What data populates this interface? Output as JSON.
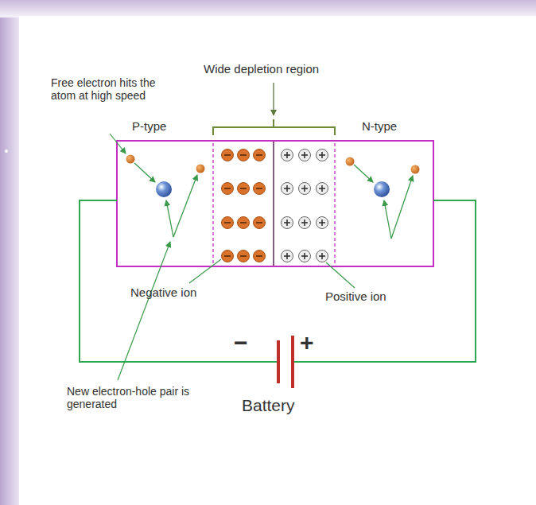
{
  "diagram": {
    "labels": [
      "Free electron hits the atom at high speed",
      "P-type",
      "Wide depletion region",
      "N-type",
      "Negative ion",
      "Positive ion",
      "New electron-hole pair is generated",
      "−",
      "+",
      "Battery"
    ]
  }
}
